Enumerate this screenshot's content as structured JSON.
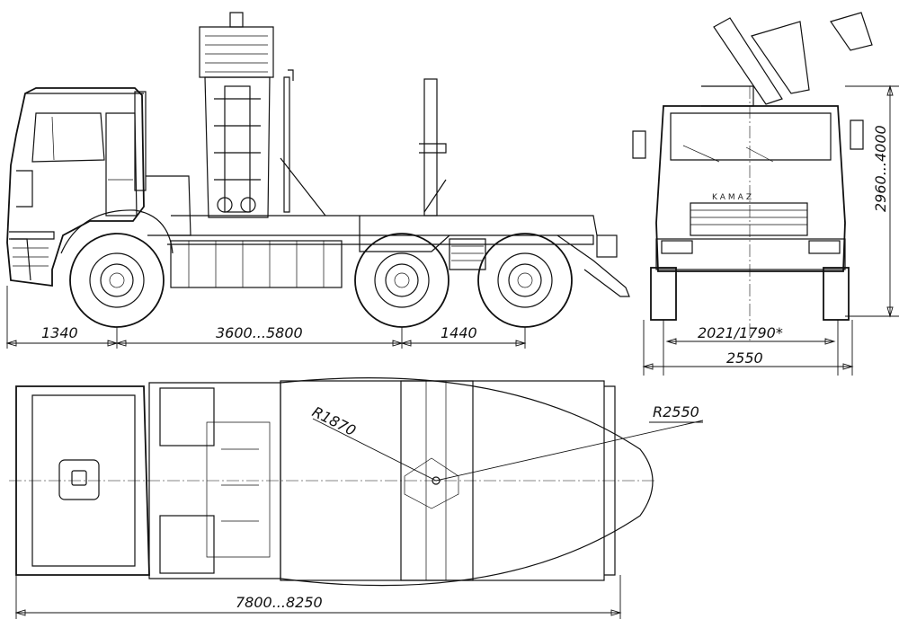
{
  "drawing": {
    "brand": "KAMAZ",
    "dimensions": {
      "front_overhang": "1340",
      "wheelbase": "3600...5800",
      "rear_axle_spacing": "1440",
      "track_width": "2021/1790*",
      "overall_width": "2550",
      "height_range": "2960...4000",
      "inner_turn_radius": "R1870",
      "outer_turn_radius": "R2550",
      "overall_length": "7800...8250"
    }
  }
}
